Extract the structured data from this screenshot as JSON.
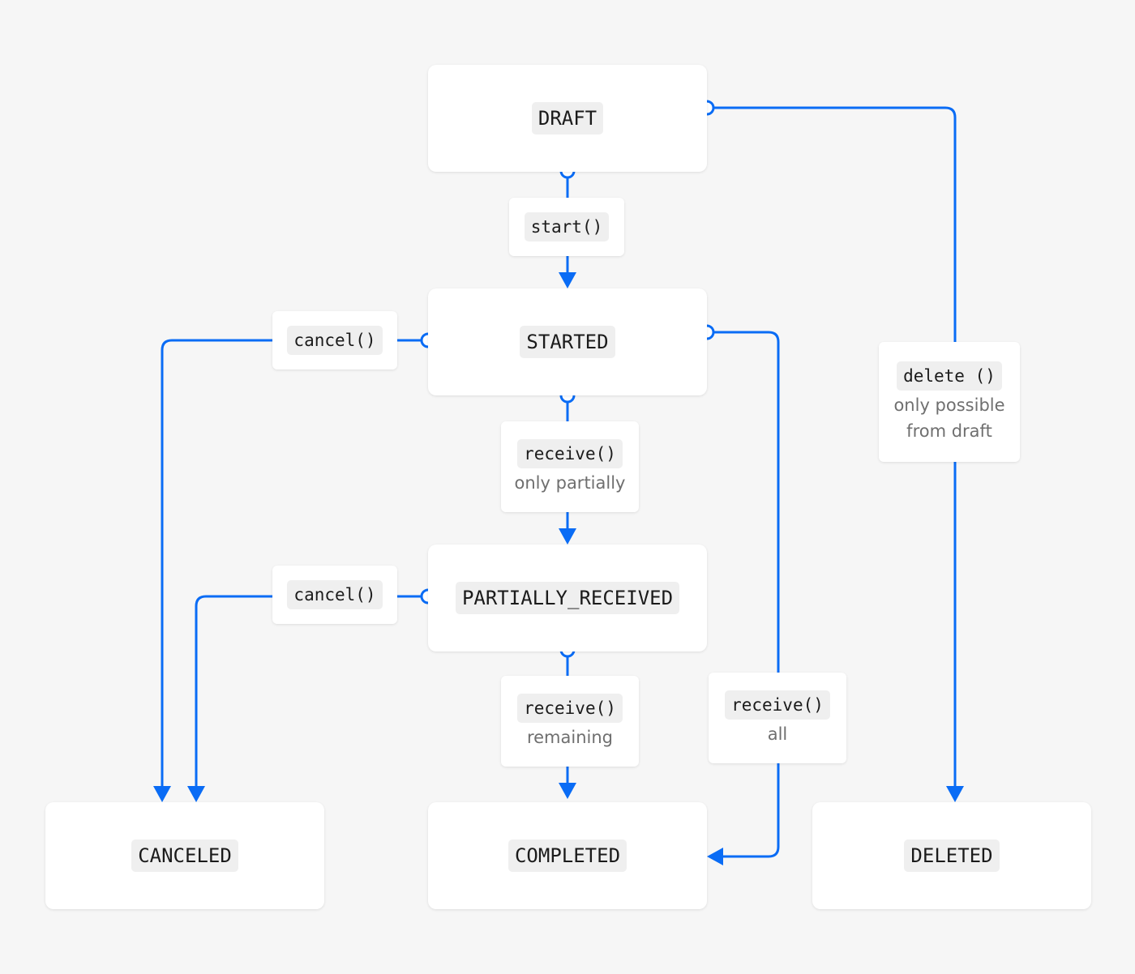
{
  "states": {
    "draft": "DRAFT",
    "started": "STARTED",
    "partially_received": "PARTIALLY_RECEIVED",
    "canceled": "CANCELED",
    "completed": "COMPLETED",
    "deleted": "DELETED"
  },
  "transitions": {
    "start": {
      "method": "start()"
    },
    "cancel_from_started": {
      "method": "cancel()"
    },
    "receive_partially": {
      "method": "receive()",
      "note": "only partially"
    },
    "cancel_from_partial": {
      "method": "cancel()"
    },
    "receive_remaining": {
      "method": "receive()",
      "note": "remaining"
    },
    "receive_all": {
      "method": "receive()",
      "note": "all"
    },
    "delete": {
      "method": "delete ()",
      "note_line1": "only possible",
      "note_line2": "from draft"
    }
  },
  "colors": {
    "background": "#f6f6f6",
    "edge": "#0a6cf5",
    "node": "#ffffff",
    "code_bg": "#efefef",
    "note_text": "#6f6f6f"
  }
}
